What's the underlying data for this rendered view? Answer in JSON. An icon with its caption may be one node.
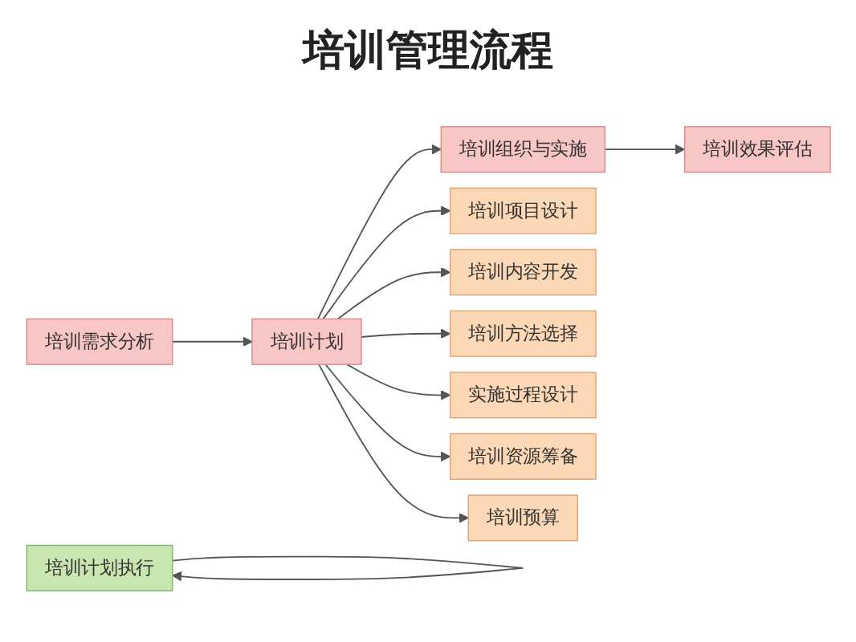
{
  "diagram": {
    "title": "培训管理流程",
    "nodes": [
      {
        "text": [
          "培训需求分析"
        ]
      },
      {
        "text": [
          "培训计划"
        ]
      },
      {
        "text": [
          "培训组织与实施"
        ]
      },
      {
        "text": [
          "培训效果评估"
        ]
      },
      {
        "text": [
          "培训项目设计"
        ]
      },
      {
        "text": [
          "培训内容开发"
        ]
      },
      {
        "text": [
          "培训方法选择"
        ]
      },
      {
        "text": [
          "实施过程设计"
        ]
      },
      {
        "text": [
          "培训资源筹备"
        ]
      },
      {
        "text": [
          "培训预算"
        ]
      },
      {
        "text": [
          "培训计划执行"
        ]
      }
    ],
    "edges": [
      {
        "from": 0,
        "to": 1,
        "arrow": "to"
      },
      {
        "from": 1,
        "to": 4,
        "arrow": "to"
      },
      {
        "from": 1,
        "to": 5,
        "arrow": "to"
      },
      {
        "from": 1,
        "to": 6,
        "arrow": "to"
      },
      {
        "from": 1,
        "to": 2,
        "arrow": "to"
      },
      {
        "from": 1,
        "to": 7,
        "arrow": "to"
      },
      {
        "from": 1,
        "to": 8,
        "arrow": "to"
      },
      {
        "from": 1,
        "to": 9,
        "arrow": "to"
      },
      {
        "from": 2,
        "to": 3,
        "arrow": "to"
      },
      {
        "from": 10,
        "to": 10,
        "arrow": "to"
      }
    ]
  }
}
